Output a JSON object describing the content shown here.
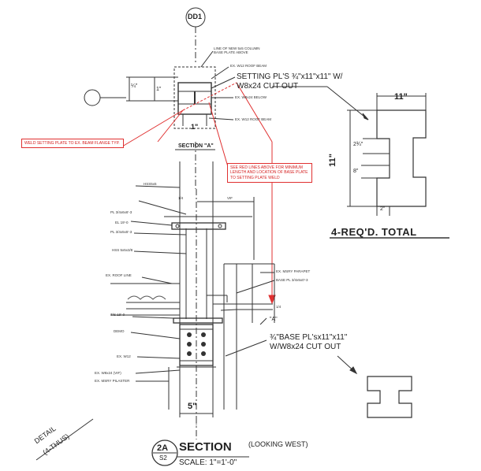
{
  "grid_bubble": "DD1",
  "top_notes": {
    "line_of_column": "LINE OF NEW 5x5 COLUMN BASE PLATE ABOVE",
    "ex_roof_beam": "EX. W12 ROOF BEAM",
    "setting_plate_line1": "SETTING PL'S ¾\"x11\"x11\" W/",
    "setting_plate_line2": "W8x24 CUT OUT",
    "ex_beam_below": "EX. W8x24 BELOW",
    "ex_roof_beam_2": "EX. W12 ROOF BEAM",
    "dim_1in": "1\"",
    "dim_quarter": "¼\"",
    "section_a_label": "SECTION \"A\""
  },
  "red_notes": {
    "weld_note": "WELD SETTING PLATE TO EX. BEAM FLANGE TYP.",
    "red_lines_note": "SEE RED LINES ABOVE FOR MINIMUM LENGTH AND LOCATION OF BASE PLATE TO SETTING PLATE WELD"
  },
  "plate_detail": {
    "width_dim": "11\"",
    "height_dim": "11\"",
    "dim_2_3_4": "2¾\"",
    "dim_8": "8\"",
    "dim_2": "2\"",
    "total_label": "4-REQ'D. TOTAL"
  },
  "elevation_notes": {
    "hss": "HSS5x5",
    "quarter": "1/4",
    "vif": "VIF",
    "pl_top": "PL 3/4x6x6'-3",
    "el_top": "EL 19'-0",
    "pl_mid": "PL 3/4x5x5'-3",
    "hss_col": "HSS 5x5x3/8",
    "ex_masonry_parapet": "EX. MSRY PARAPET",
    "base_pl_note": "BASE PL 3/4x5x0'-3",
    "ex_roof_line": "EX. ROOF LINE",
    "weld_sym": "1/4",
    "tos": "T/S 19'-0",
    "demo": "DEMO",
    "section_ref_a": "\"A\"",
    "base_pl_line1": "¾\"BASE PL'sx11\"x11\"",
    "base_pl_line2": "W/W8x24 CUT OUT",
    "ex_w12": "EX. W12",
    "ex_w8": "EX. W8x24 (VIF)",
    "ex_pilaster": "EX. MSRY PILASTER",
    "dim_5": "5\""
  },
  "title_block": {
    "detail_line1": "DETAIL",
    "detail_line2": "(4-THUS)",
    "number": "2A",
    "sheet": "S2",
    "title": "SECTION",
    "looking": "(LOOKING WEST)",
    "scale": "SCALE: 1\"=1'-0\""
  }
}
